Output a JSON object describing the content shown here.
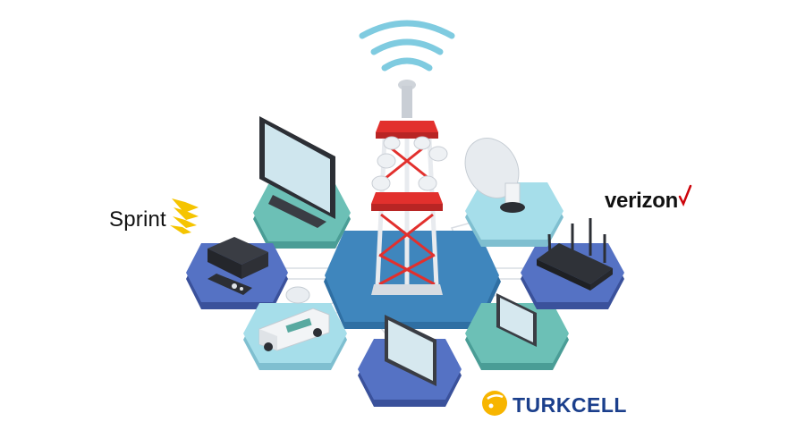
{
  "logos": {
    "sprint": "Sprint",
    "verizon": "verizon",
    "turkcell": "TURKCELL"
  },
  "colors": {
    "tile_dark_blue": "#4b67b8",
    "tile_mid_blue": "#3c7fb1",
    "tile_teal": "#5fb0a8",
    "tile_light_cyan": "#9bd8e6",
    "tower_red": "#e2302d",
    "signal_blue": "#7fcbe0",
    "sprint_yellow": "#f5c400",
    "verizon_red": "#cd040b",
    "turkcell_yellow": "#f7b500",
    "turkcell_blue": "#1b3f8c"
  },
  "icons": [
    "cell-tower-icon",
    "wifi-signal-icon",
    "tv-icon",
    "set-top-box-icon",
    "remote-control-icon",
    "broadcast-van-icon",
    "tablet-icon",
    "smartphone-icon",
    "satellite-dish-icon",
    "router-icon"
  ]
}
